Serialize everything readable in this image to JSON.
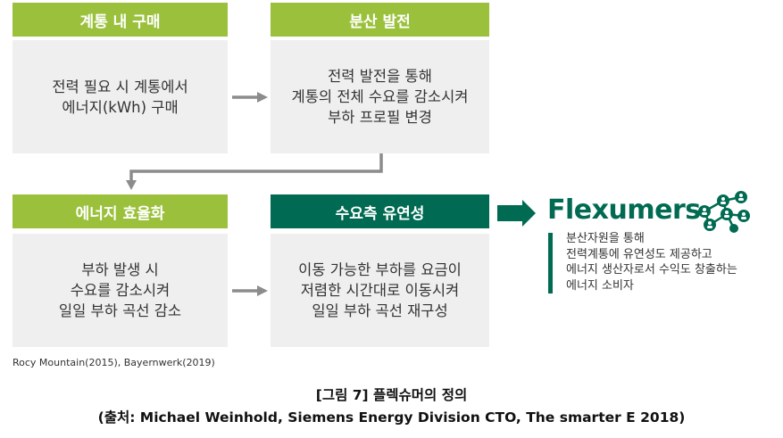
{
  "boxes": {
    "grid_purchase": {
      "title": "계통 내 구매",
      "body": "전력 필요 시 계통에서\n에너지(kWh) 구매"
    },
    "distributed": {
      "title": "분산 발전",
      "body": "전력 발전을 통해\n계통의 전체 수요를 감소시켜\n부하 프로필 변경"
    },
    "efficiency": {
      "title": "에너지 효율화",
      "body": "부하 발생 시\n수요를 감소시켜\n일일 부하 곡선 감소"
    },
    "flexibility": {
      "title": "수요측 유연성",
      "body": "이동 가능한 부하를 요금이\n저렴한 시간대로 이동시켜\n일일 부하 곡선 재구성"
    }
  },
  "flexumers": {
    "title": "Flexumers",
    "description": [
      "분산자원을 통해",
      "전력계통에 유연성도 제공하고",
      "에너지 생산자로서 수익도 창출하는",
      "에너지 소비자"
    ],
    "icon": "network-people-icon"
  },
  "source": "Rocy Mountain(2015), Bayernwerk(2019)",
  "caption": {
    "title": "[그림 7] 플렉슈머의 정의",
    "source": "(출처: Michael Weinhold, Siemens Energy Division CTO, The smarter E 2018)"
  },
  "colors": {
    "green_light": "#9bc13c",
    "green_dark": "#006b52",
    "box_bg": "#efefef",
    "arrow_gray": "#8c8c8c"
  }
}
